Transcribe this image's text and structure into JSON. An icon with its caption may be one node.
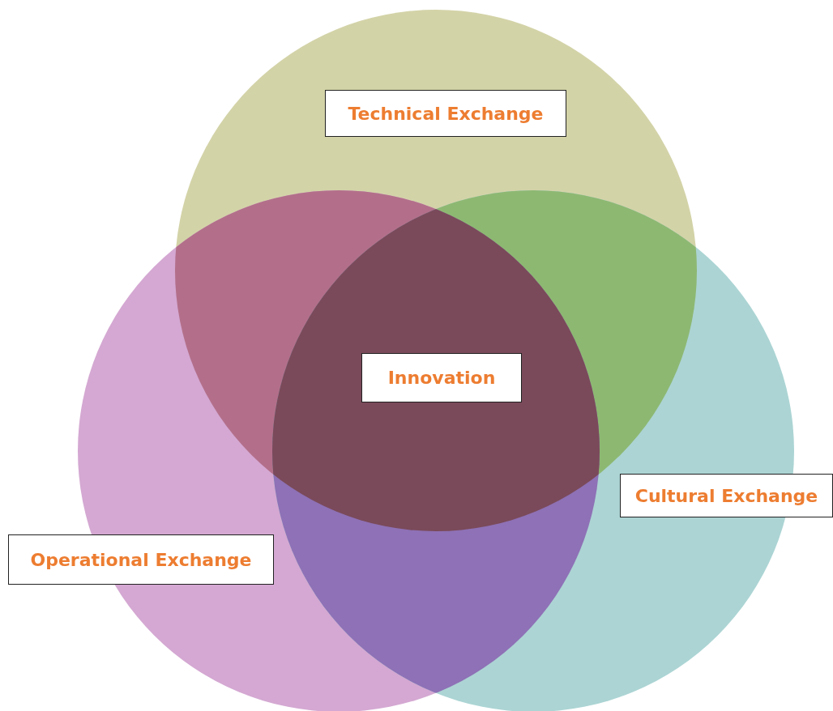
{
  "diagram": {
    "nodes": [
      {
        "text": [
          "Technical Exchange"
        ]
      },
      {
        "text": [
          "Innovation"
        ]
      },
      {
        "text": [
          "Cultural Exchange"
        ]
      },
      {
        "text": [
          "Operational Exchange"
        ]
      }
    ]
  }
}
